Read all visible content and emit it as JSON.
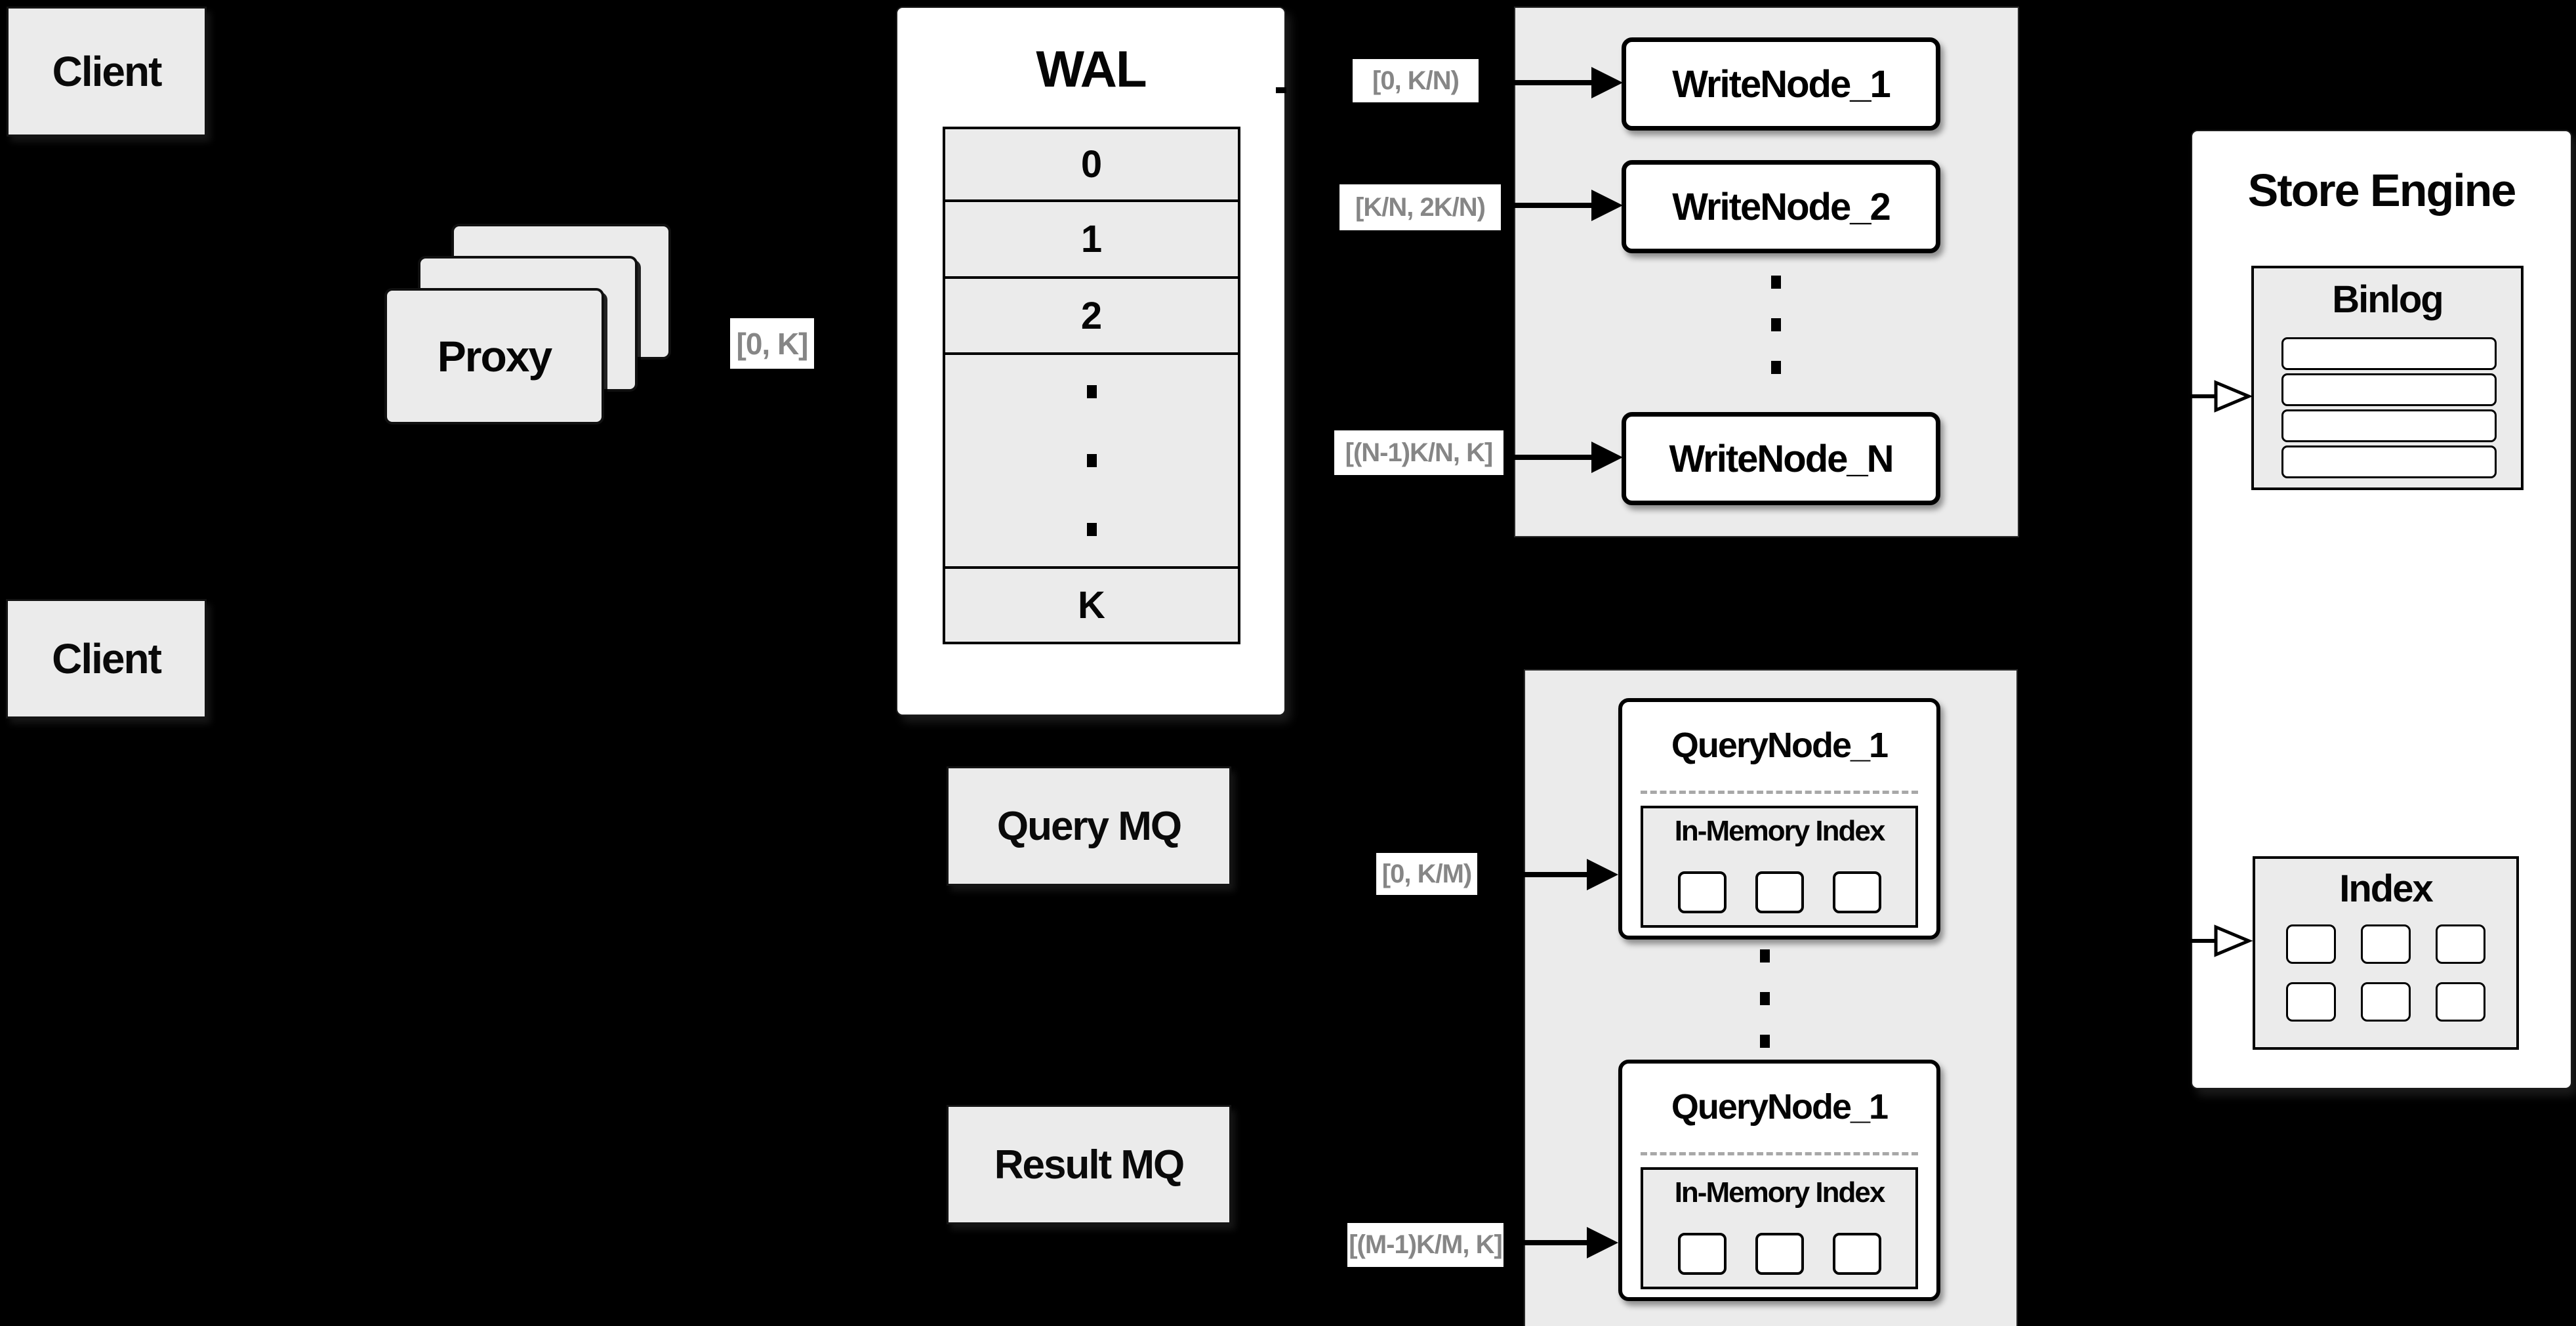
{
  "clients": {
    "top_label": "Client",
    "bottom_label": "Client"
  },
  "proxy": {
    "label": "Proxy"
  },
  "wal": {
    "title": "WAL",
    "rows": [
      "0",
      "1",
      "2",
      "K"
    ]
  },
  "mq": {
    "query_label": "Query MQ",
    "result_label": "Result MQ"
  },
  "write_cluster": {
    "node_1": "WriteNode_1",
    "node_2": "WriteNode_2",
    "node_n": "WriteNode_N"
  },
  "query_cluster": {
    "node_top_title": "QueryNode_1",
    "node_bottom_title": "QueryNode_1",
    "in_memory_label_top": "In-Memory Index",
    "in_memory_label_bottom": "In-Memory Index"
  },
  "store_engine": {
    "title": "Store Engine",
    "binlog_label": "Binlog",
    "index_label": "Index"
  },
  "range_chips": {
    "proxy_to_wal": "[0, K]",
    "wal_to_write_1": "[0, K/N)",
    "wal_to_write_2": "[K/N, 2K/N)",
    "wal_to_write_n": "[(N-1)K/N, K]",
    "query_mq_to_node_1": "[0, K/M)",
    "query_mq_to_node_m": "[(M-1)K/M, K]"
  },
  "colors": {
    "background": "#000000",
    "panel_gray": "#ebebeb",
    "box_white": "#ffffff",
    "line_black": "#000000",
    "chip_text": "#868686"
  }
}
